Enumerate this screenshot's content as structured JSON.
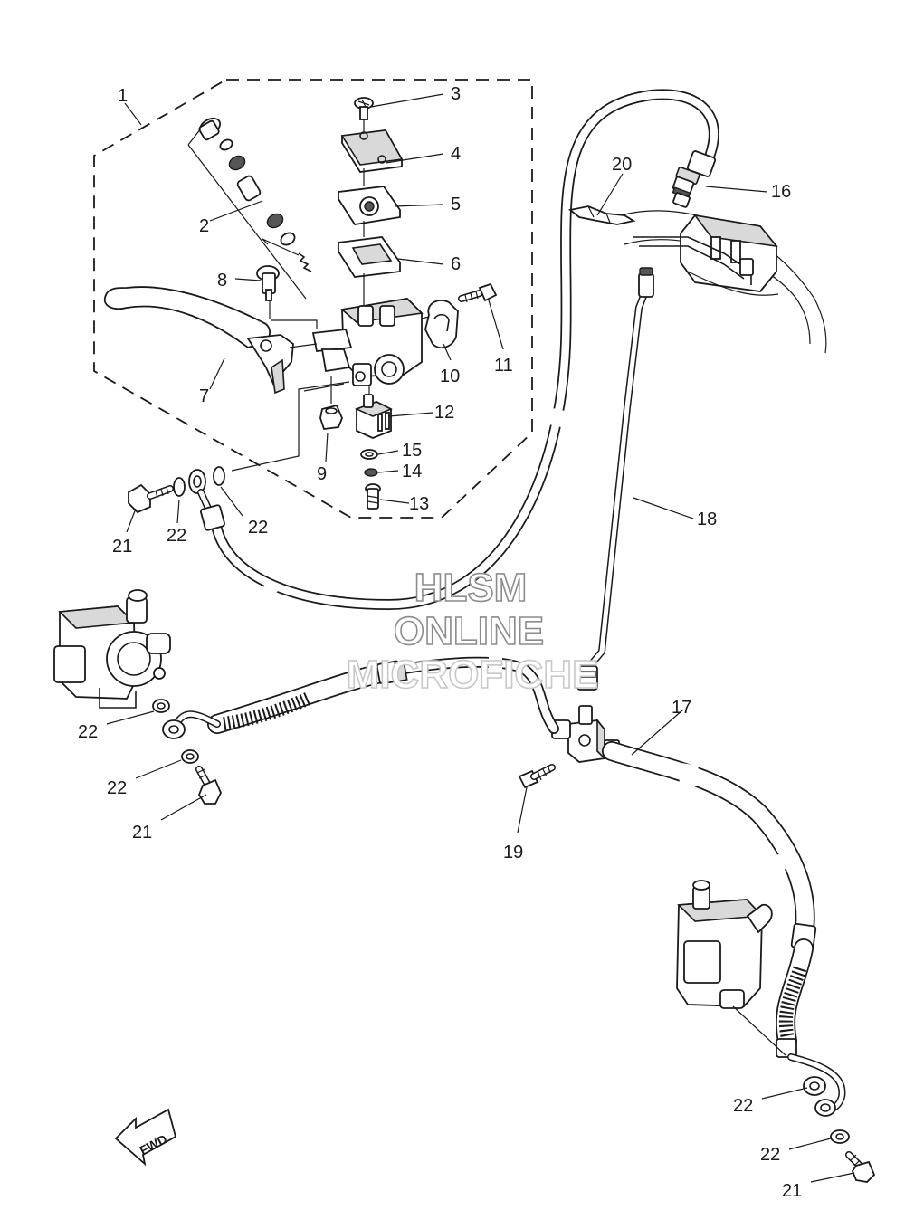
{
  "watermark": {
    "line1": "HLSM",
    "line2": "ONLINE",
    "line3": "MICROFICHE"
  },
  "fwd_label": "FWD",
  "callouts": [
    {
      "id": "c1",
      "number": "1"
    },
    {
      "id": "c2",
      "number": "2"
    },
    {
      "id": "c3",
      "number": "3"
    },
    {
      "id": "c4",
      "number": "4"
    },
    {
      "id": "c5",
      "number": "5"
    },
    {
      "id": "c6",
      "number": "6"
    },
    {
      "id": "c7",
      "number": "7"
    },
    {
      "id": "c8",
      "number": "8"
    },
    {
      "id": "c9",
      "number": "9"
    },
    {
      "id": "c10",
      "number": "10"
    },
    {
      "id": "c11",
      "number": "11"
    },
    {
      "id": "c12",
      "number": "12"
    },
    {
      "id": "c13",
      "number": "13"
    },
    {
      "id": "c14",
      "number": "14"
    },
    {
      "id": "c15",
      "number": "15"
    },
    {
      "id": "c16",
      "number": "16"
    },
    {
      "id": "c17",
      "number": "17"
    },
    {
      "id": "c18",
      "number": "18"
    },
    {
      "id": "c19",
      "number": "19"
    },
    {
      "id": "c20",
      "number": "20"
    },
    {
      "id": "c21a",
      "number": "21"
    },
    {
      "id": "c22a",
      "number": "22"
    },
    {
      "id": "c22b",
      "number": "22"
    },
    {
      "id": "c22c",
      "number": "22"
    },
    {
      "id": "c22d",
      "number": "22"
    },
    {
      "id": "c21b",
      "number": "21"
    },
    {
      "id": "c22e",
      "number": "22"
    },
    {
      "id": "c22f",
      "number": "22"
    },
    {
      "id": "c21c",
      "number": "21"
    }
  ]
}
